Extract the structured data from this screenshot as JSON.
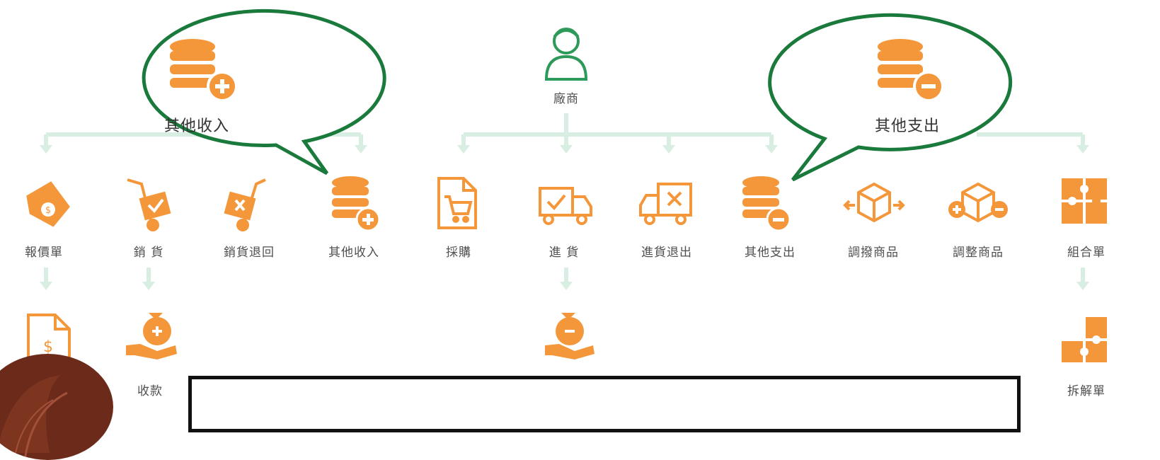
{
  "colors": {
    "orange": "#f4973a",
    "green": "#2e9a5a",
    "bubble": "#1a7a3c",
    "connector": "#d8eee2"
  },
  "top": {
    "vendor_label": "廠商",
    "vendor_icon": "person-icon"
  },
  "callouts": {
    "left": {
      "label": "其他收入",
      "icon": "database-plus-icon"
    },
    "right": {
      "label": "其他支出",
      "icon": "database-minus-icon"
    }
  },
  "row1": [
    {
      "label": "報價單",
      "icon": "price-tag-icon"
    },
    {
      "label": "銷 貨",
      "icon": "hand-truck-check-icon"
    },
    {
      "label": "銷貨退回",
      "icon": "hand-truck-x-icon"
    },
    {
      "label": "其他收入",
      "icon": "database-plus-icon"
    },
    {
      "label": "採購",
      "icon": "cart-document-icon"
    },
    {
      "label": "進 貨",
      "icon": "truck-check-icon"
    },
    {
      "label": "進貨退出",
      "icon": "truck-x-icon"
    },
    {
      "label": "其他支出",
      "icon": "database-minus-icon"
    },
    {
      "label": "調撥商品",
      "icon": "box-arrows-icon"
    },
    {
      "label": "調整商品",
      "icon": "box-plus-minus-icon"
    },
    {
      "label": "組合單",
      "icon": "puzzle-icon"
    }
  ],
  "row2": [
    {
      "label": "",
      "icon": "document-icon"
    },
    {
      "label": "收款",
      "icon": "hand-money-plus-icon"
    },
    {
      "label": "",
      "icon": "hand-money-minus-icon"
    },
    {
      "label": "拆解單",
      "icon": "puzzle-split-icon"
    }
  ]
}
